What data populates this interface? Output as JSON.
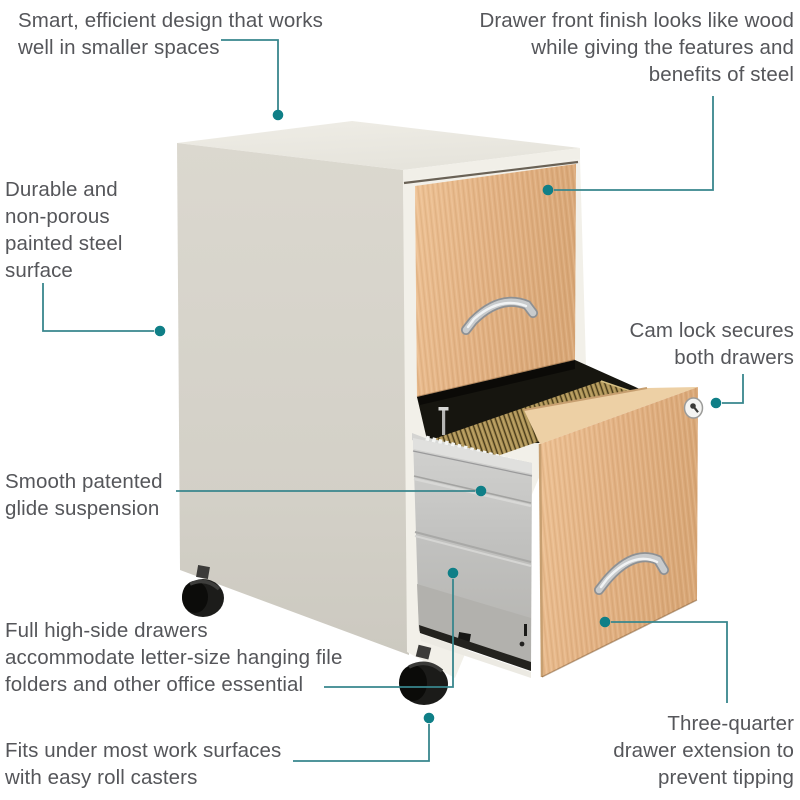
{
  "colors": {
    "leader_line": "#38868d",
    "leader_dot": "#0f7f87",
    "text": "#55565a",
    "wood": "#e3b284",
    "wood_inner": "#edd0a5",
    "cabinet_side": "#d5d2c9",
    "cabinet_top": "#ebe9e1",
    "cabinet_front": "#f2f0e9",
    "drawer_metal": "#c0c0be",
    "folder_tan": "#aa9055",
    "cavity_dark": "#16150f",
    "caster_black": "#1b1b19",
    "handle_silver": "#c8cbcd"
  },
  "callouts": {
    "smart_design": {
      "lines": [
        "Smart, efficient design that works",
        "well in smaller spaces"
      ]
    },
    "drawer_front_finish": {
      "lines": [
        "Drawer front finish looks like wood",
        "while giving the features and",
        "benefits of steel"
      ]
    },
    "steel_surface": {
      "lines": [
        "Durable and",
        "non-porous",
        "painted steel",
        "surface"
      ]
    },
    "cam_lock": {
      "lines": [
        "Cam lock secures",
        "both drawers"
      ]
    },
    "glide_suspension": {
      "lines": [
        "Smooth patented",
        "glide suspension"
      ]
    },
    "high_side_drawers": {
      "lines": [
        "Full high-side drawers",
        "accommodate letter-size hanging file",
        "folders and other office essential"
      ]
    },
    "roll_casters": {
      "lines": [
        "Fits under most work surfaces",
        "with easy roll casters"
      ]
    },
    "drawer_extension": {
      "lines": [
        "Three-quarter",
        "drawer extension to",
        "prevent tipping"
      ]
    }
  }
}
